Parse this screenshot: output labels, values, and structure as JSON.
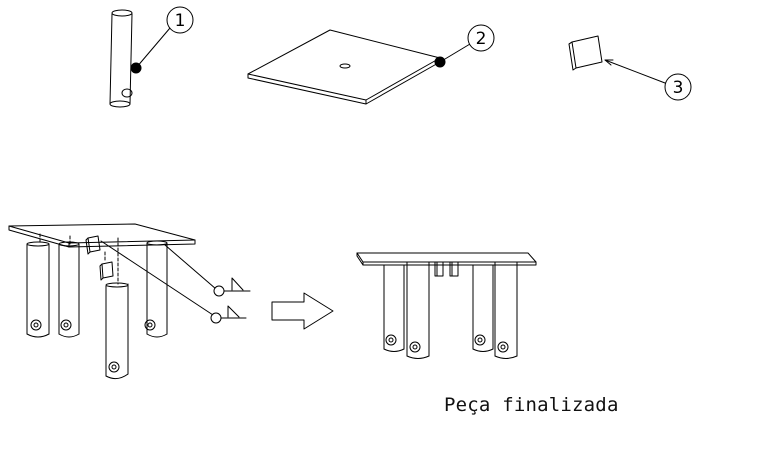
{
  "callouts": [
    {
      "number": "1",
      "part": "tube"
    },
    {
      "number": "2",
      "part": "square-plate"
    },
    {
      "number": "3",
      "part": "small-tab"
    }
  ],
  "caption": "Peça finalizada",
  "colors": {
    "line": "#000000",
    "background": "#ffffff"
  }
}
